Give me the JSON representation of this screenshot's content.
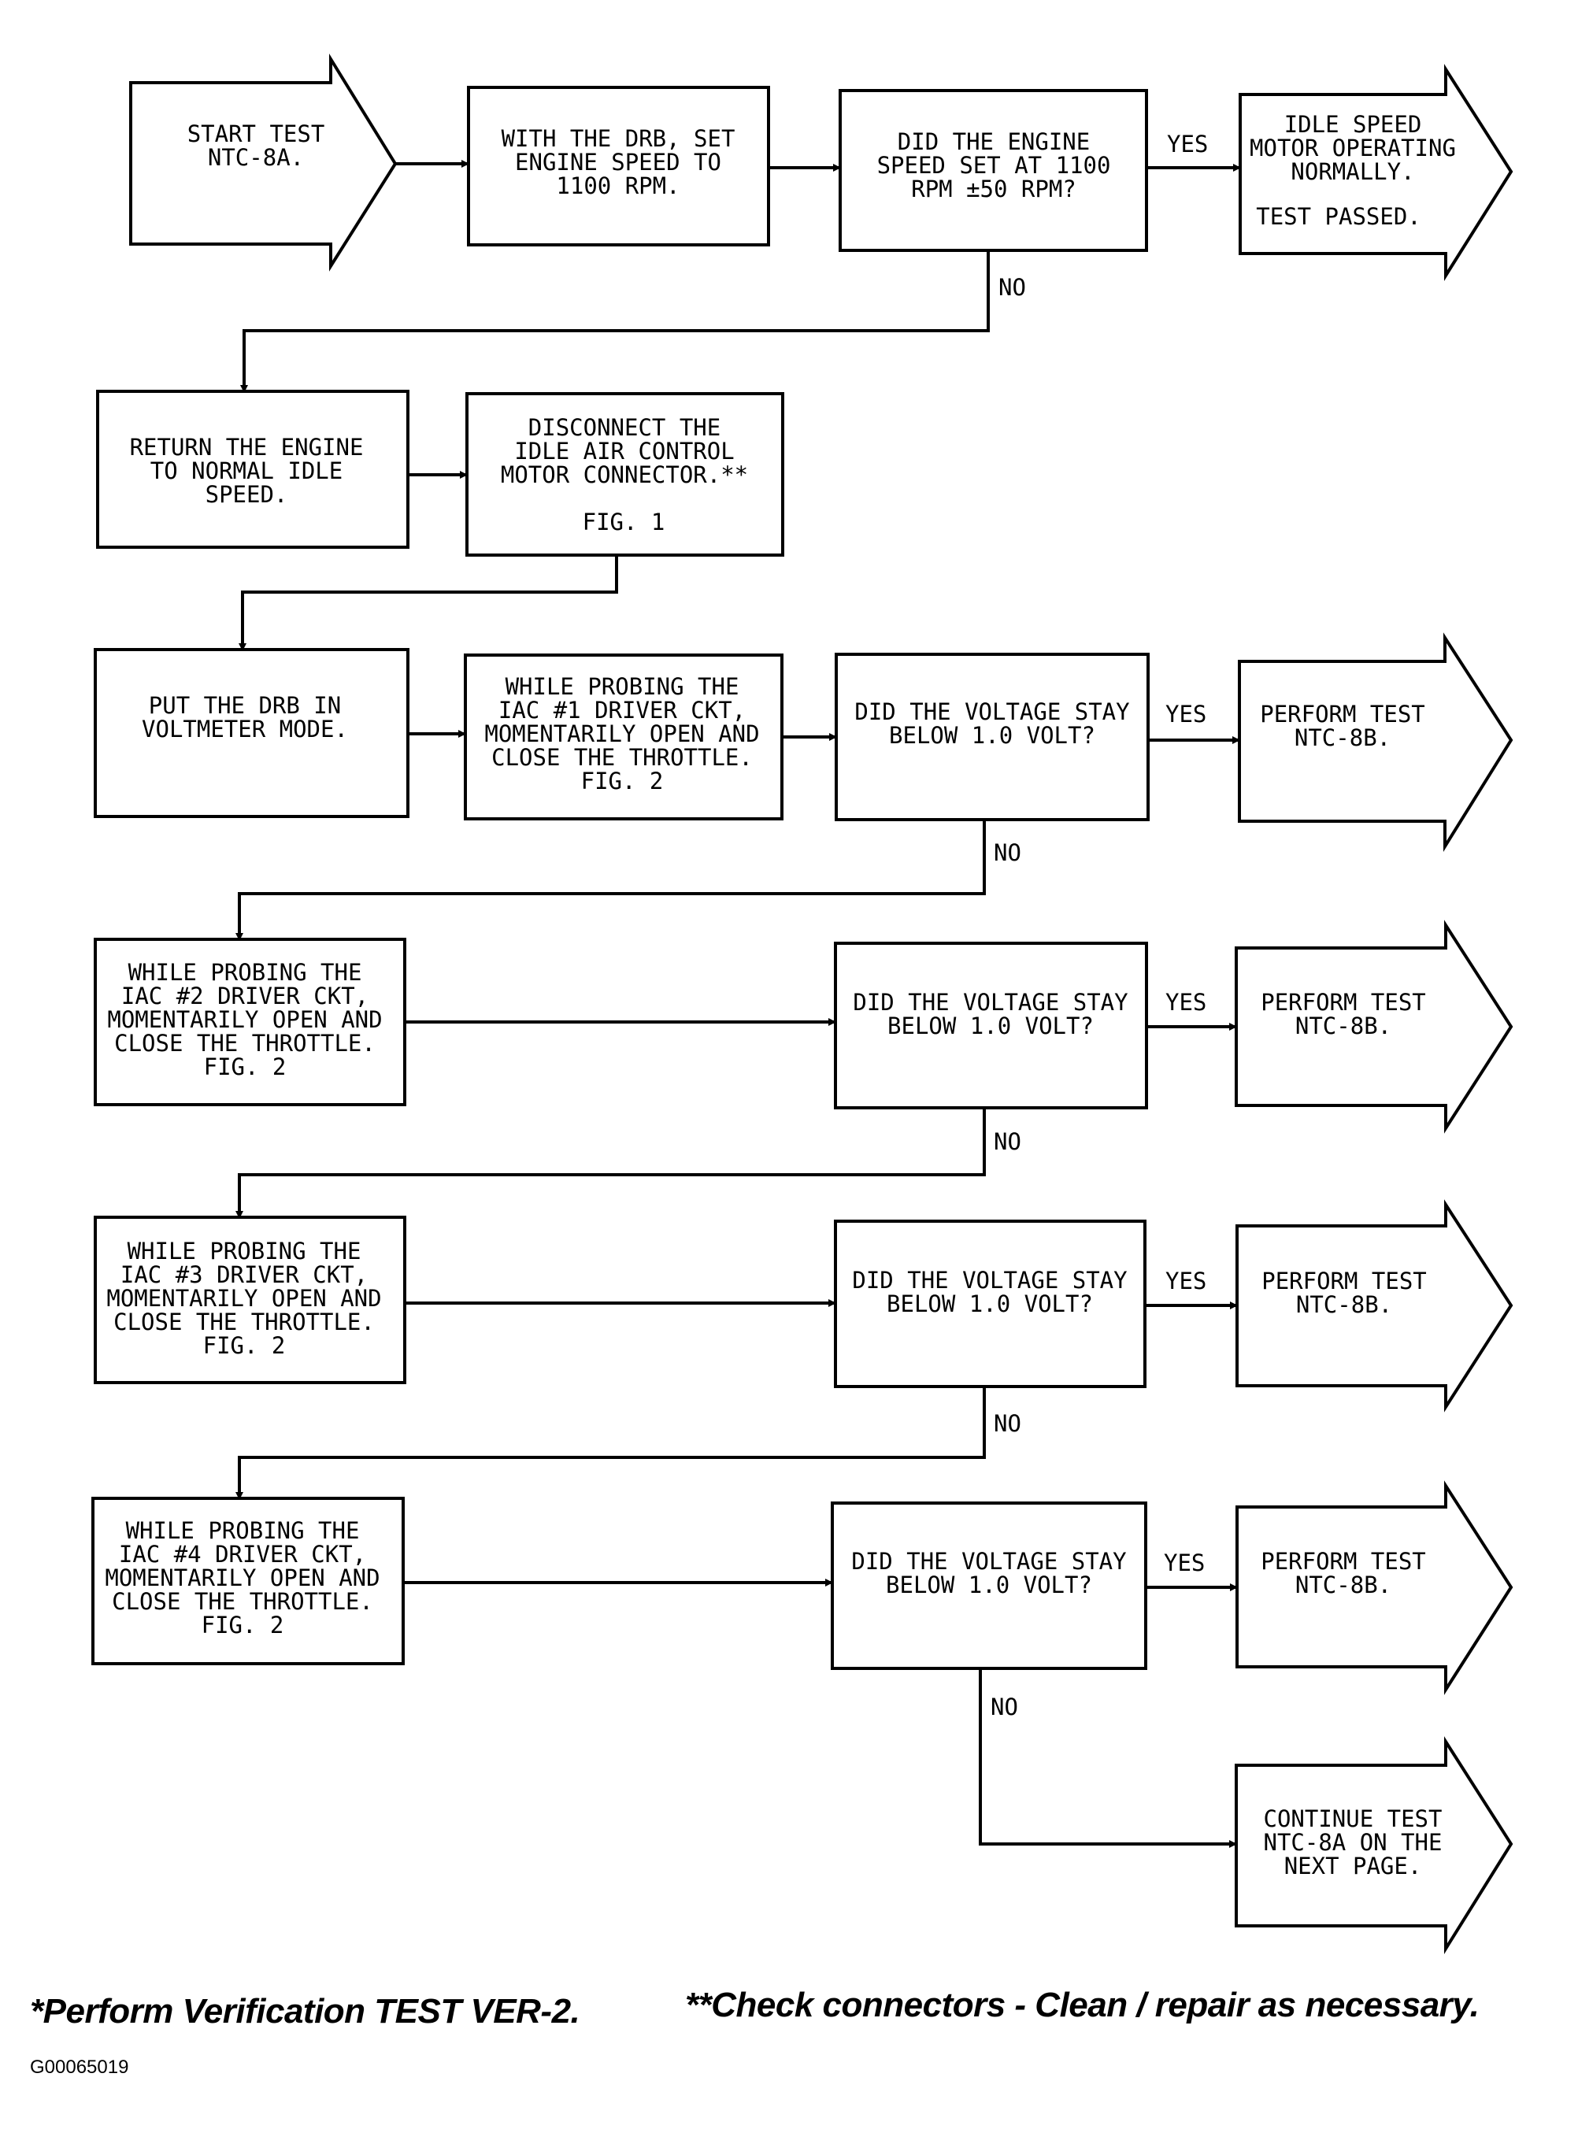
{
  "nodes": {
    "start": [
      "START TEST",
      "NTC-8A."
    ],
    "set_speed": [
      "WITH THE DRB, SET",
      "ENGINE SPEED TO",
      "1100 RPM."
    ],
    "q_speed": [
      "DID THE ENGINE",
      "SPEED SET AT 1100",
      "RPM ±50 RPM?"
    ],
    "idle_ok": [
      "IDLE SPEED",
      "MOTOR OPERATING",
      "NORMALLY."
    ],
    "idle_ok_result": "TEST PASSED.",
    "return_idle": [
      "RETURN THE ENGINE",
      "TO NORMAL IDLE",
      "SPEED."
    ],
    "disconnect": [
      "DISCONNECT THE",
      "IDLE AIR CONTROL",
      "MOTOR CONNECTOR.**"
    ],
    "disconnect_fig": "FIG. 1",
    "voltmeter": [
      "PUT THE DRB IN",
      "VOLTMETER MODE."
    ],
    "probe1": [
      "WHILE PROBING THE",
      "IAC #1 DRIVER CKT,",
      "MOMENTARILY OPEN AND",
      "CLOSE THE THROTTLE.",
      "FIG. 2"
    ],
    "q_v1": [
      "DID THE VOLTAGE STAY",
      "BELOW 1.0 VOLT?"
    ],
    "perform1": [
      "PERFORM TEST",
      "NTC-8B."
    ],
    "probe2": [
      "WHILE PROBING THE",
      "IAC #2 DRIVER CKT,",
      "MOMENTARILY OPEN AND",
      "CLOSE THE THROTTLE.",
      "FIG. 2"
    ],
    "q_v2": [
      "DID THE VOLTAGE STAY",
      "BELOW 1.0 VOLT?"
    ],
    "perform2": [
      "PERFORM TEST",
      "NTC-8B."
    ],
    "probe3": [
      "WHILE PROBING THE",
      "IAC #3 DRIVER CKT,",
      "MOMENTARILY OPEN AND",
      "CLOSE THE THROTTLE.",
      "FIG. 2"
    ],
    "q_v3": [
      "DID THE VOLTAGE STAY",
      "BELOW 1.0 VOLT?"
    ],
    "perform3": [
      "PERFORM TEST",
      "NTC-8B."
    ],
    "probe4": [
      "WHILE PROBING THE",
      "IAC #4 DRIVER CKT,",
      "MOMENTARILY OPEN AND",
      "CLOSE THE THROTTLE.",
      "FIG. 2"
    ],
    "q_v4": [
      "DID THE VOLTAGE STAY",
      "BELOW 1.0 VOLT?"
    ],
    "perform4": [
      "PERFORM TEST",
      "NTC-8B."
    ],
    "continue": [
      "CONTINUE TEST",
      "NTC-8A ON THE",
      "NEXT PAGE."
    ]
  },
  "labels": {
    "yes": "YES",
    "no": "NO"
  },
  "footer": {
    "note_verification": "*Perform Verification TEST VER-2.",
    "note_connectors": "**Check connectors - Clean / repair as necessary.",
    "figure_id": "G00065019"
  }
}
